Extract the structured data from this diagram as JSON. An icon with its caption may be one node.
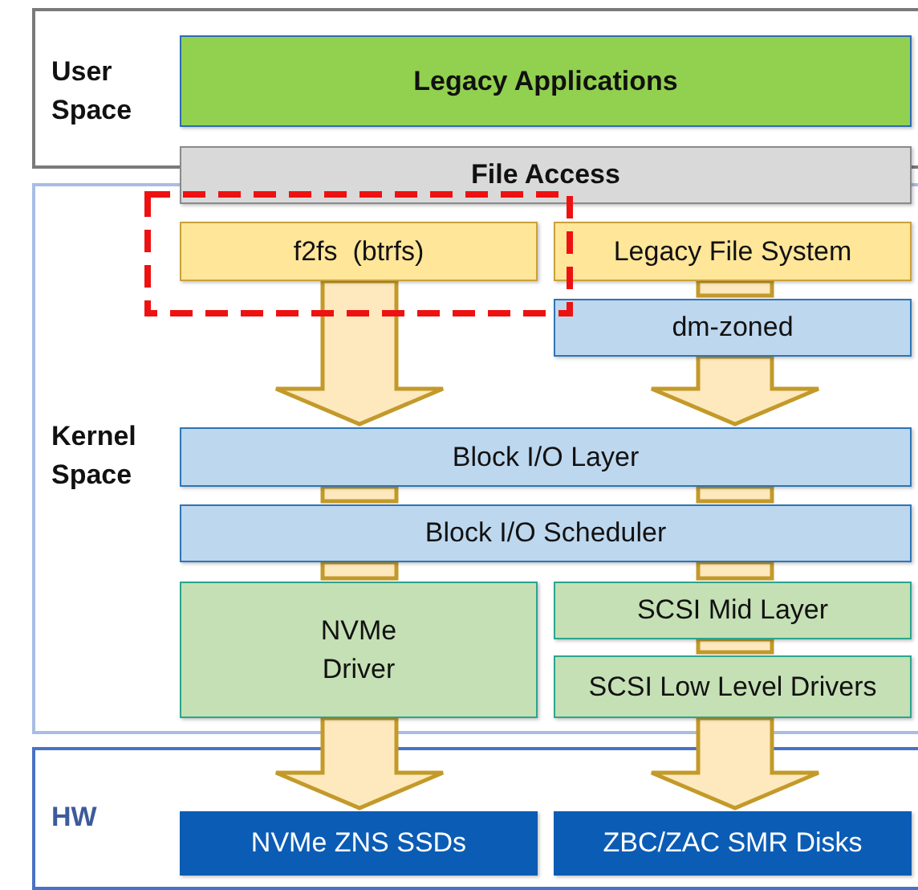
{
  "diagram": {
    "nodes": [
      {
        "text": [
          "User Space"
        ]
      },
      {
        "text": [
          "Legacy Applications"
        ],
        "in": 0
      },
      {
        "text": [
          "File Access"
        ]
      },
      {
        "text": [
          "Kernel Space"
        ]
      },
      {
        "text": [
          "f2fs  (btrfs)"
        ],
        "in": 3
      },
      {
        "text": [
          "Legacy File System"
        ],
        "in": 3
      },
      {
        "text": [
          "dm-zoned"
        ],
        "in": 3
      },
      {
        "text": [
          "Block I/O Layer"
        ],
        "in": 3
      },
      {
        "text": [
          "Block I/O Scheduler"
        ],
        "in": 3
      },
      {
        "text": [
          "NVMe Driver"
        ],
        "in": 3
      },
      {
        "text": [
          "SCSI Mid Layer"
        ],
        "in": 3
      },
      {
        "text": [
          "SCSI Low Level Drivers"
        ],
        "in": 3
      },
      {
        "text": [
          "HW"
        ]
      },
      {
        "text": [
          "NVMe ZNS SSDs"
        ],
        "in": 12
      },
      {
        "text": [
          "ZBC/ZAC SMR Disks"
        ],
        "in": 12
      }
    ],
    "edges": [
      {
        "from": 4,
        "to": 7,
        "arrow": "to",
        "style": "thick"
      },
      {
        "from": 5,
        "to": 6,
        "arrow": "none",
        "style": "thick"
      },
      {
        "from": 6,
        "to": 7,
        "arrow": "to",
        "style": "thick"
      },
      {
        "from": 7,
        "to": 8,
        "arrow": "none",
        "style": "thick"
      },
      {
        "from": 7,
        "to": 8,
        "arrow": "none",
        "style": "thick"
      },
      {
        "from": 8,
        "to": 9,
        "arrow": "none",
        "style": "thick"
      },
      {
        "from": 8,
        "to": 10,
        "arrow": "none",
        "style": "thick"
      },
      {
        "from": 10,
        "to": 11,
        "arrow": "none",
        "style": "thick"
      },
      {
        "from": 9,
        "to": 13,
        "arrow": "to",
        "style": "thick"
      },
      {
        "from": 11,
        "to": 14,
        "arrow": "to",
        "style": "thick"
      }
    ]
  }
}
